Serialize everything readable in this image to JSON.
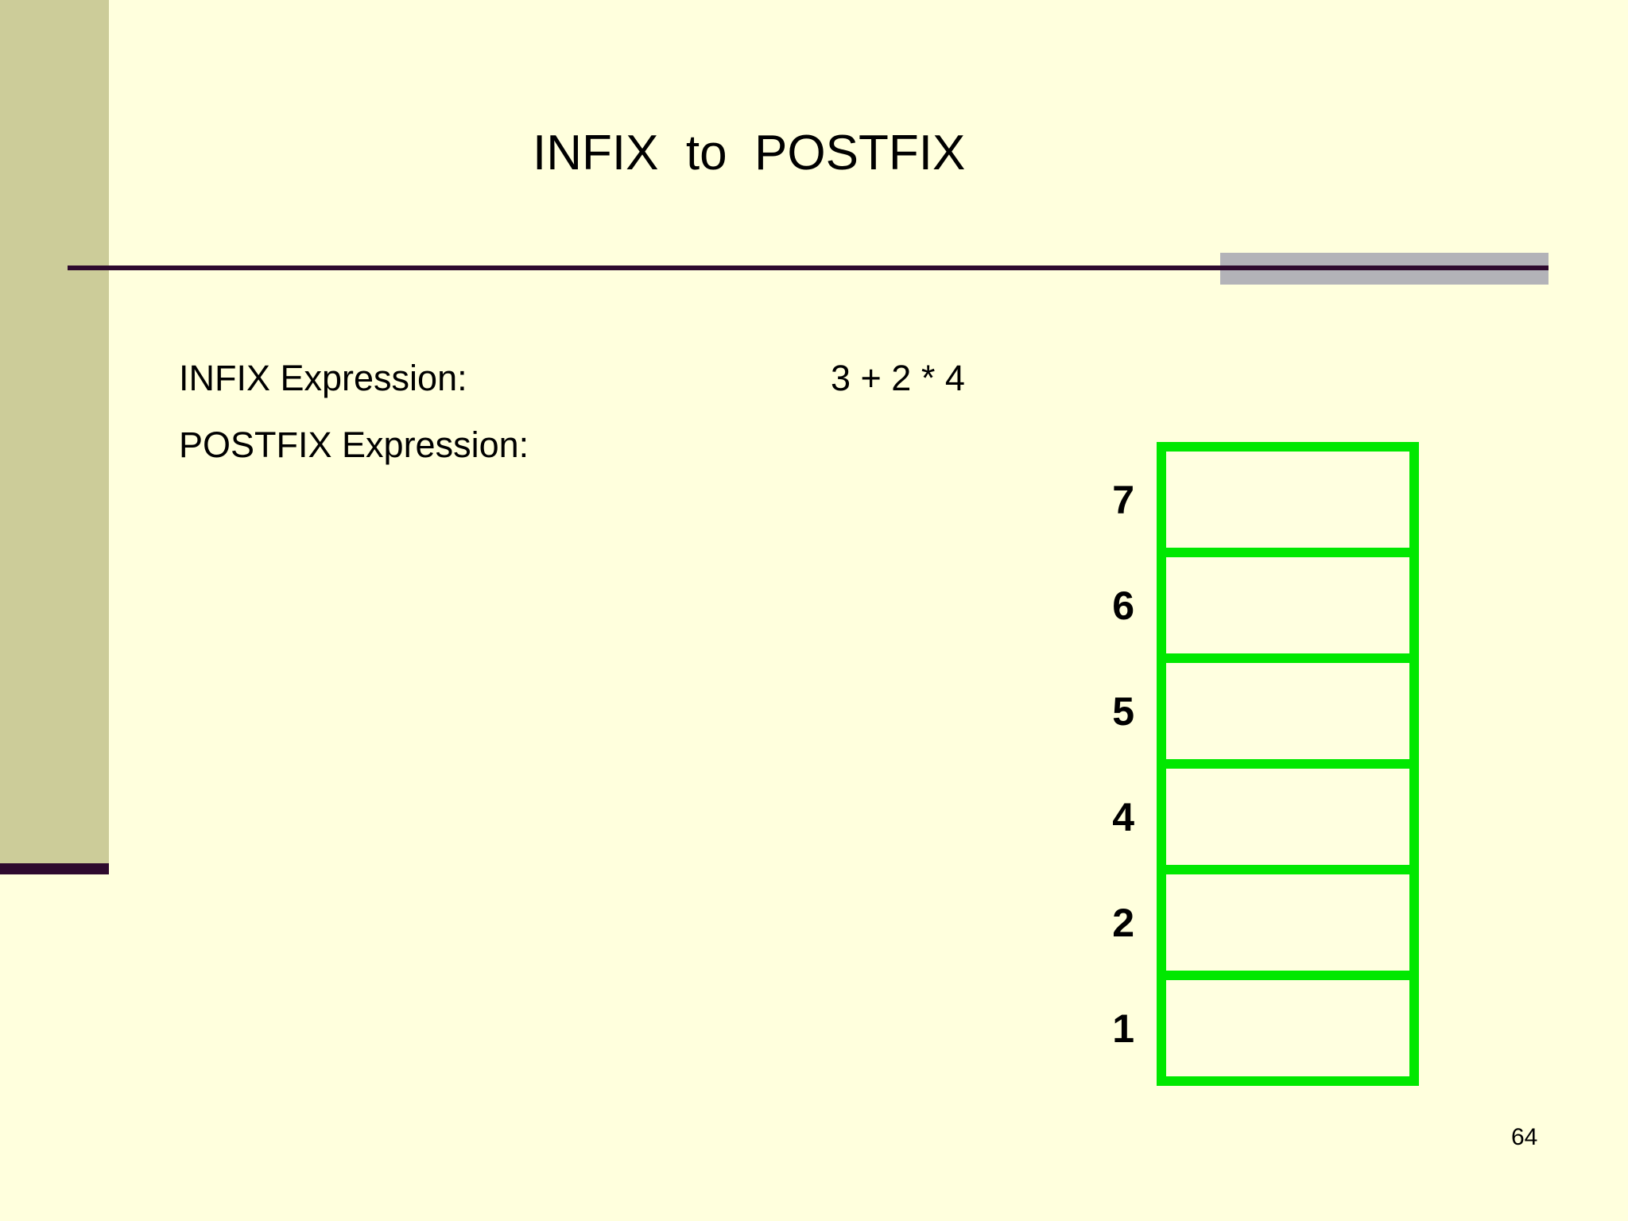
{
  "slide": {
    "title": "INFIX  to  POSTFIX",
    "page_number": "64",
    "background_color": "#FFFFDD",
    "sidebar_color": "#CCCC99",
    "rule_color": "#2E0A2E",
    "plate_color": "#B3B3B8",
    "stack_border_color": "#00E800"
  },
  "expressions": [
    {
      "label": "INFIX Expression:",
      "value": "3 + 2 * 4"
    },
    {
      "label": "POSTFIX Expression:",
      "value": ""
    }
  ],
  "stack": {
    "cells": [
      {
        "index": "7",
        "value": ""
      },
      {
        "index": "6",
        "value": ""
      },
      {
        "index": "5",
        "value": ""
      },
      {
        "index": "4",
        "value": ""
      },
      {
        "index": "2",
        "value": ""
      },
      {
        "index": "1",
        "value": ""
      }
    ]
  }
}
